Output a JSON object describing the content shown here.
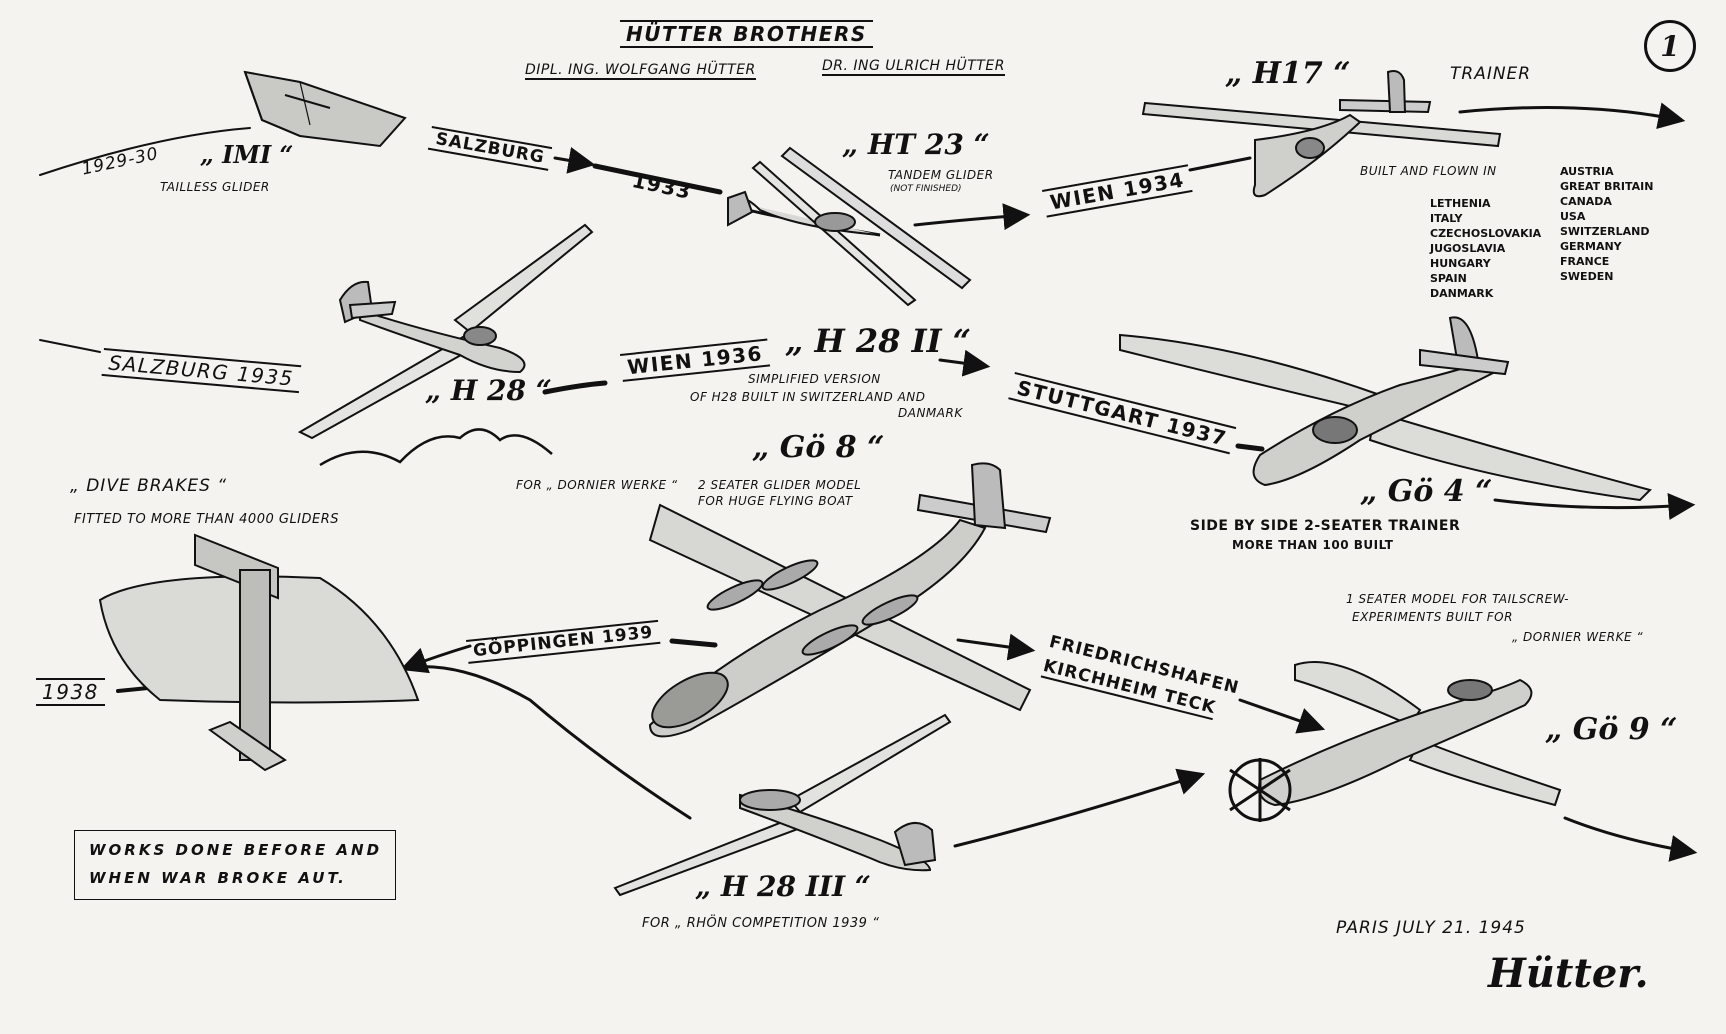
{
  "page_number": "1",
  "header": {
    "title": "HÜTTER BROTHERS",
    "author_1": "DIPL. ING. WOLFGANG HÜTTER",
    "author_2": "DR. ING ULRICH HÜTTER"
  },
  "top_row": {
    "imi_year": "1929-30",
    "imi_name": "„ IMI “",
    "imi_desc": "TAILLESS GLIDER",
    "salzburg_label": "SALZBURG",
    "year_1933": "1933",
    "ht23_name": "„ HT 23 “",
    "ht23_desc": "TANDEM GLIDER",
    "ht23_note": "(NOT FINISHED)",
    "wien_1934": "WIEN 1934",
    "h17_name": "„ H17 “",
    "trainer": "TRAINER",
    "built_flown": "BUILT AND FLOWN IN"
  },
  "countries_left": [
    "LETHENIA",
    "ITALY",
    "CZECHOSLOVAKIA",
    "JUGOSLAVIA",
    "HUNGARY",
    "SPAIN",
    "DANMARK"
  ],
  "countries_right": [
    "AUSTRIA",
    "GREAT BRITAIN",
    "CANADA",
    "USA",
    "SWITZERLAND",
    "GERMANY",
    "FRANCE",
    "SWEDEN"
  ],
  "middle_row": {
    "salzburg_1935": "SALZBURG 1935",
    "h28_name": "„ H 28 “",
    "wien_1936": "WIEN 1936",
    "h28ii_name": "„ H 28 II “",
    "h28ii_desc_1": "SIMPLIFIED VERSION",
    "h28ii_desc_2": "OF H28  BUILT IN SWITZERLAND AND",
    "h28ii_desc_3": "DANMARK",
    "stuttgart_1937": "STUTTGART 1937",
    "go4_name": "„ Gö 4 “",
    "go4_desc_1": "SIDE BY SIDE  2-SEATER  TRAINER",
    "go4_desc_2": "MORE THAN 100 BUILT"
  },
  "go8": {
    "name": "„ Gö 8 “",
    "for_label": "FOR „ DORNIER WERKE “",
    "desc_1": "2 SEATER GLIDER MODEL",
    "desc_2": "FOR HUGE FLYING BOAT"
  },
  "dive_brakes": {
    "title": "„ DIVE BRAKES “",
    "desc": "FITTED TO MORE THAN 4000 GLIDERS",
    "year": "1938"
  },
  "bottom_row": {
    "goppingen_1939": "GÖPPINGEN 1939",
    "friedrichshafen": "FRIEDRICHSHAFEN",
    "kirchheim": "KIRCHHEIM TECK",
    "h28iii_name": "„ H 28 III “",
    "h28iii_desc": "FOR „ RHÖN COMPETITION 1939 “",
    "go9_name": "„ Gö 9 “",
    "go9_desc_1": "1 SEATER MODEL  FOR TAILSCREW-",
    "go9_desc_2": "EXPERIMENTS  BUILT FOR",
    "go9_desc_3": "„ DORNIER WERKE “"
  },
  "footer": {
    "works_1": "WORKS  DONE  BEFORE  AND",
    "works_2": "WHEN  WAR  BROKE  AUT.",
    "place_date": "PARIS    JULY 21. 1945",
    "signature": "Hütter."
  }
}
